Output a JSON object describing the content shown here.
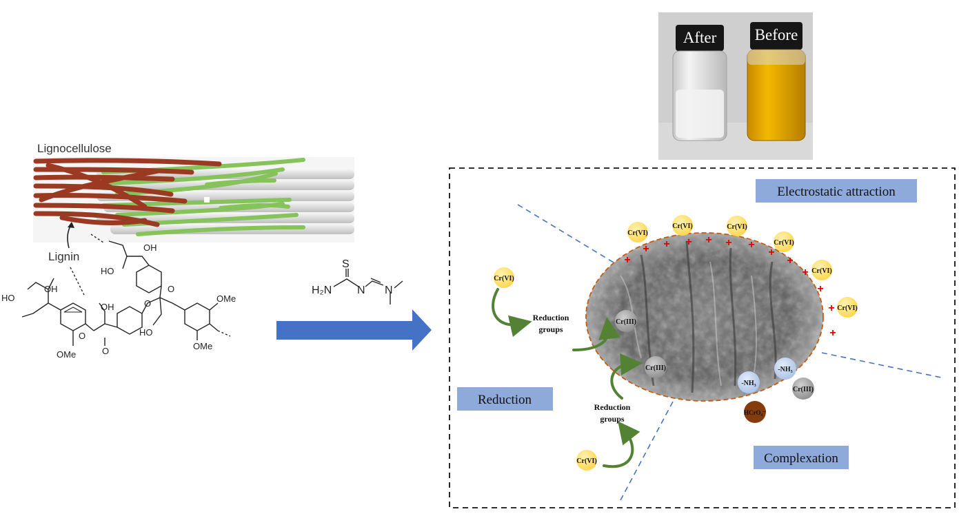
{
  "lignocellulose": {
    "title": "Lignocellulose",
    "lignin_label": "Lignin"
  },
  "lignin_structure": {
    "groups": [
      "OH",
      "OH",
      "HO",
      "OH",
      "HO",
      "OH",
      "OMe",
      "O",
      "O",
      "O",
      "O",
      "HO",
      "OMe",
      "OMe"
    ]
  },
  "reagent": {
    "atoms": [
      "S",
      "H₂N",
      "N",
      "N"
    ]
  },
  "vials": {
    "after_label": "After",
    "before_label": "Before"
  },
  "mechanism": {
    "electrostatic_label": "Electrostatic attraction",
    "reduction_label": "Reduction",
    "complexation_label": "Complexation",
    "reduction_groups_line1": "Reduction",
    "reduction_groups_line2": "groups",
    "cr6": "Cr(VI)",
    "cr3": "Cr(III)",
    "nh3": "-NH₃",
    "hcro4": "HCrO₄⁻",
    "plus": "+"
  },
  "colors": {
    "lignin_fiber": "#9a3a22",
    "hemicellulose_fiber": "#86c35a",
    "cellulose_fiber": "#dcdcdc",
    "arrow_blue": "#4472c4",
    "label_box": "#8eaadb",
    "cr6_circle": "#ffd966",
    "cr3_circle": "#a6a6a6",
    "nh3_circle": "#b4c7e7",
    "hcro4_circle": "#843c0c",
    "plus_red": "#e00000",
    "curved_arrow": "#548235",
    "ellipse_border": "#c55a11",
    "divider_blue": "#4472c4",
    "vial_yellow": "#e8a800"
  }
}
